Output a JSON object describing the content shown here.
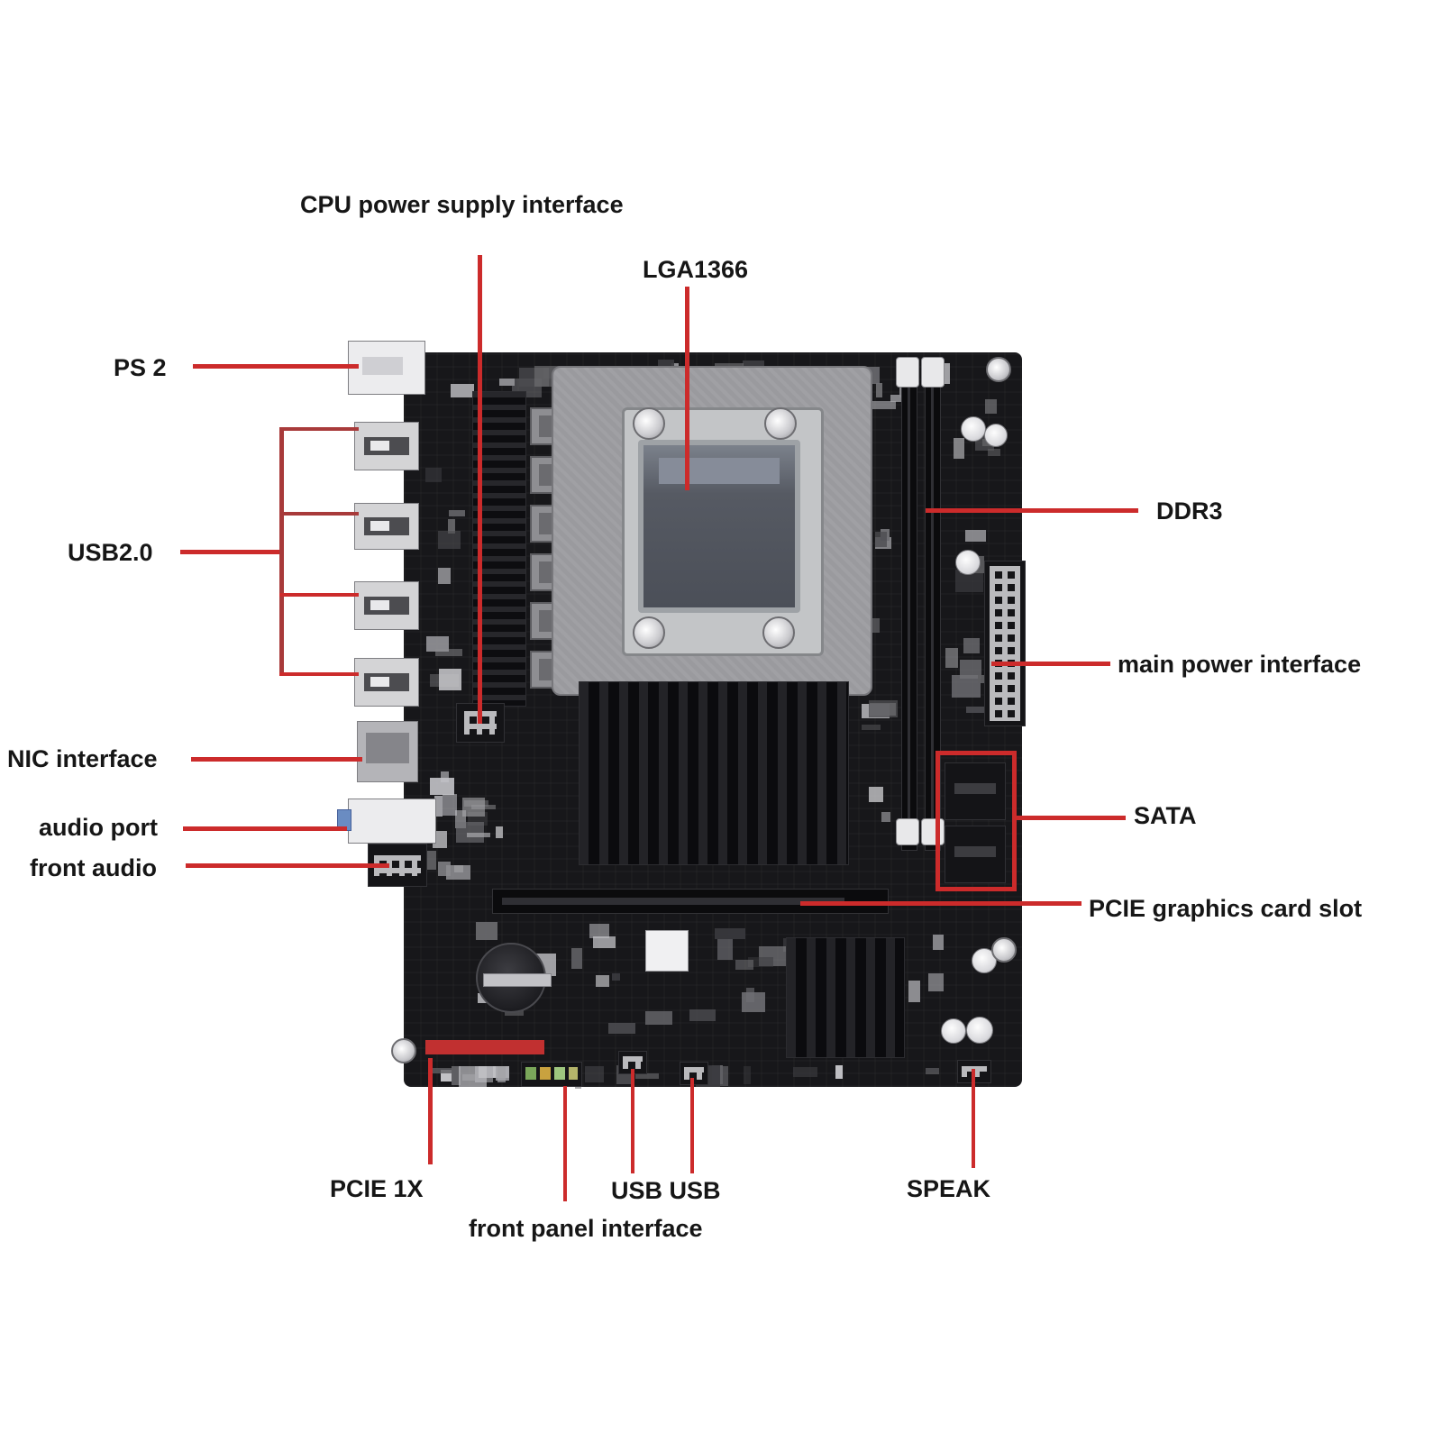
{
  "diagram": {
    "type": "labeled hardware diagram",
    "subject": "motherboard component callout diagram",
    "colors": {
      "leader_red": "#cc2b2b",
      "highlight_red": "#c13030",
      "label_text": "#161616",
      "pcb_black": "#17171a",
      "background": "#ffffff"
    },
    "labels": {
      "cpu_power": "CPU power supply interface",
      "lga1366": "LGA1366",
      "ps2": "PS 2",
      "usb20": "USB2.0",
      "nic": "NIC interface",
      "audio_port": "audio port",
      "front_audio": "front audio",
      "ddr3": "DDR3",
      "main_power": "main power interface",
      "sata": "SATA",
      "pcie_slot": "PCIE graphics card slot",
      "pcie_1x": "PCIE 1X",
      "usb_headers": "USB USB",
      "front_panel": "front panel interface",
      "speak": "SPEAK"
    }
  }
}
